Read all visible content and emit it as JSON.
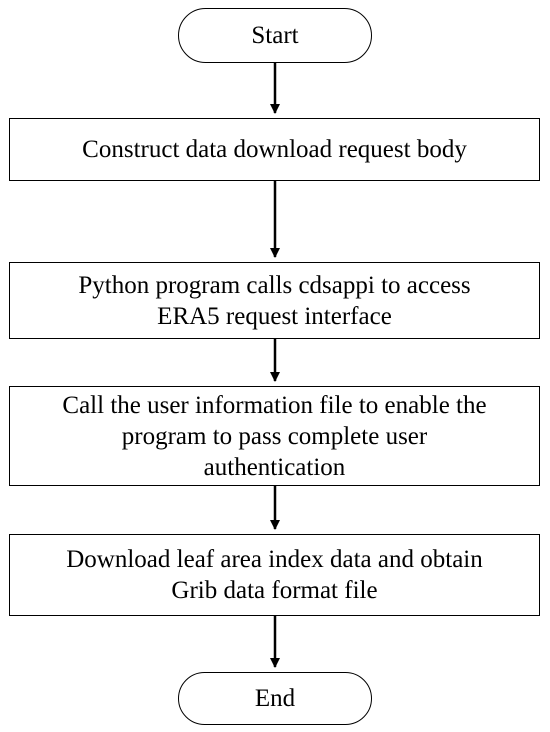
{
  "flowchart": {
    "start": "Start",
    "steps": [
      "Construct data download request body",
      "Python program calls cdsappi to access\nERA5 request interface",
      "Call the user information file to enable the\nprogram to pass complete user\nauthentication",
      "Download leaf area index data and obtain\nGrib data format file"
    ],
    "end": "End"
  }
}
